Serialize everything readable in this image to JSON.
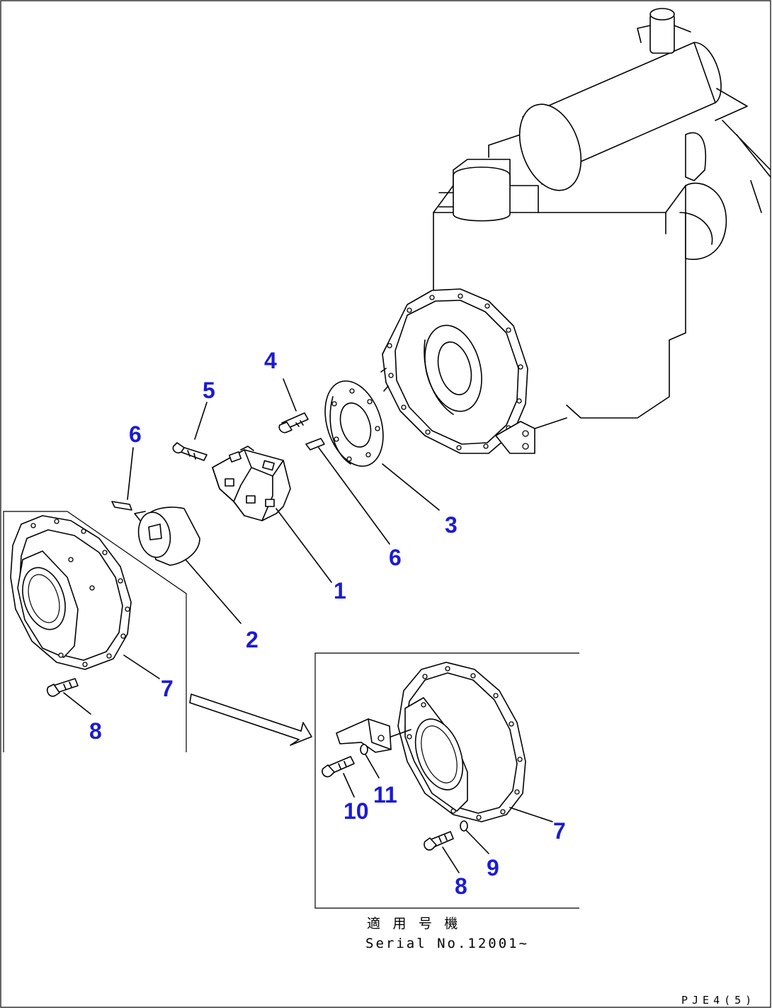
{
  "callouts": {
    "c1": "1",
    "c2": "2",
    "c3": "3",
    "c4": "4",
    "c5": "5",
    "c6a": "6",
    "c6b": "6",
    "c7a": "7",
    "c8a": "8",
    "c7b": "7",
    "c8b": "8",
    "c9": "9",
    "c10": "10",
    "c11": "11"
  },
  "serial_note": {
    "jp": "適 用 号 機",
    "en": "Serial No.12001~"
  },
  "drawing_code": "PJE4(5)",
  "colors": {
    "callout": "#1a1ad6",
    "line": "#000000",
    "background": "#ffffff"
  }
}
